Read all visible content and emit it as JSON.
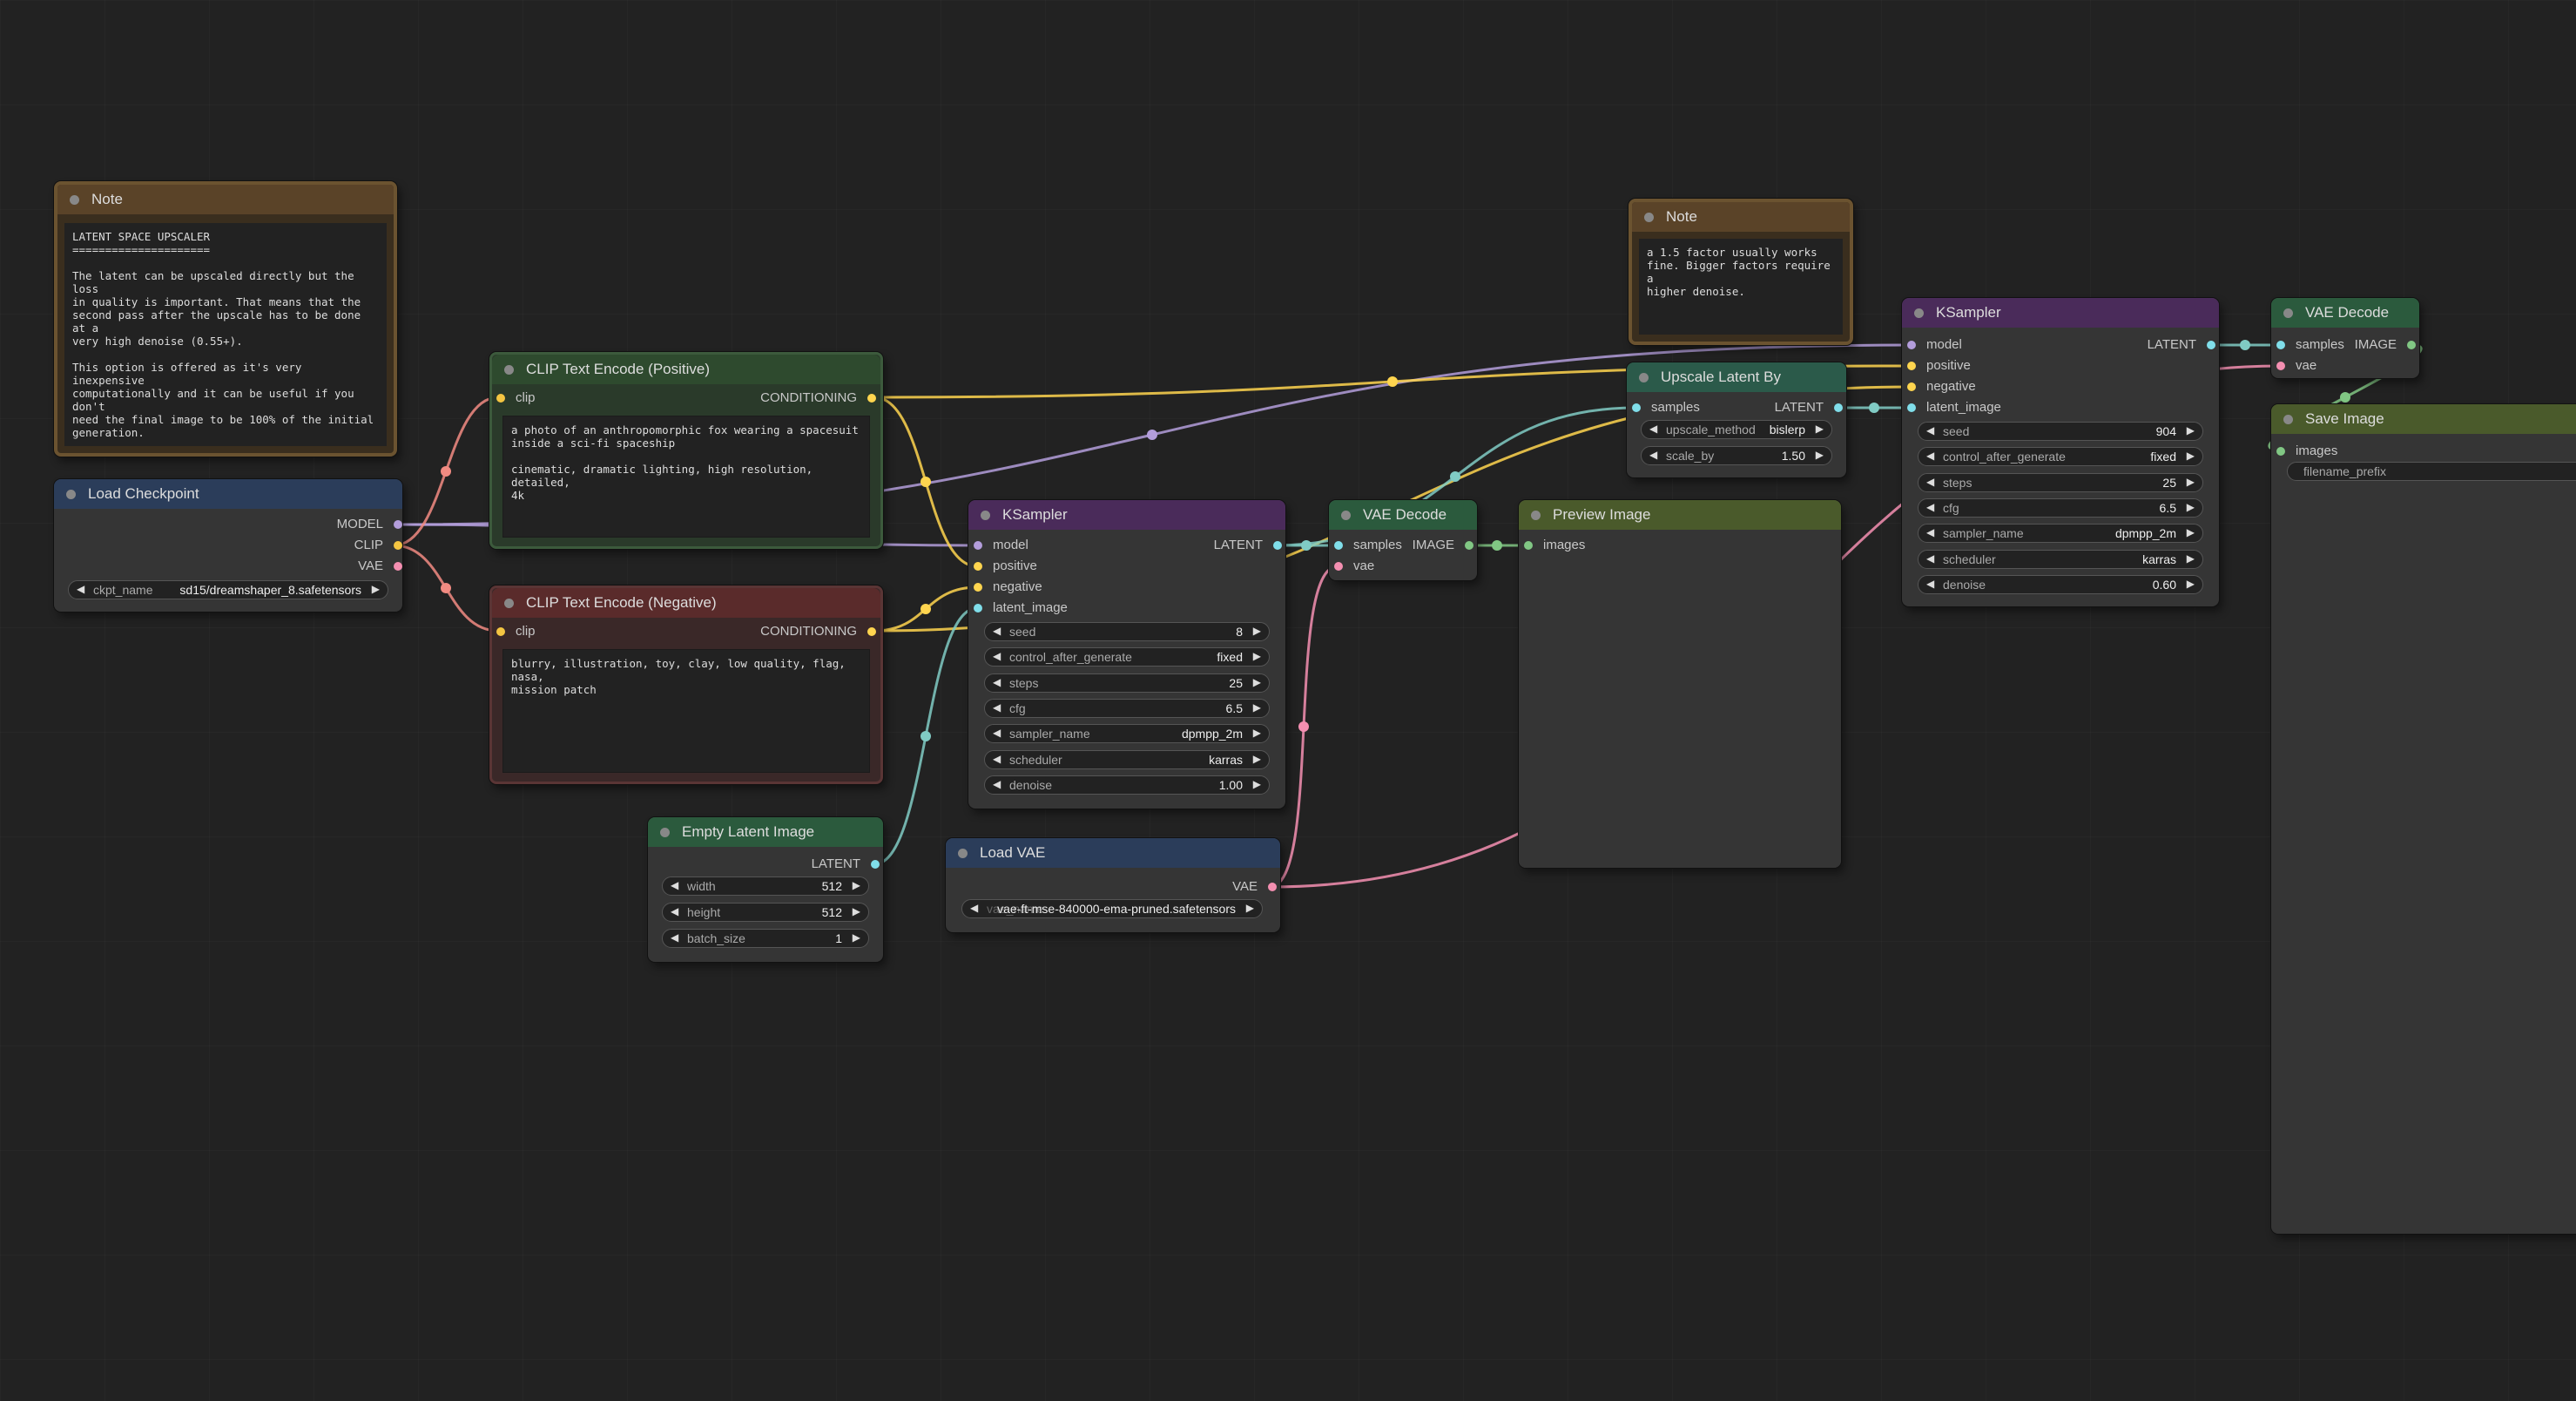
{
  "colors": {
    "model_wire": "#b39ddb",
    "clip_wire": "#f28b82",
    "conditioning_wire": "#ffd54f",
    "latent_wire": "#80cbc4",
    "vae_wire": "#f48fb1",
    "image_wire": "#81c784",
    "pin_model": "#b39ddb",
    "pin_clip": "#f4c542",
    "pin_vae": "#f48fb1",
    "pin_latent": "#80deea",
    "pin_image": "#81c784",
    "pin_conditioning": "#ffd54f",
    "head_note": "#5a4328",
    "head_checkpoint": "#2b3d5a",
    "head_clip_pos": "#2e4a2e",
    "head_clip_neg": "#5a2b2b",
    "head_sampler": "#4a2b5a",
    "head_vae_decode": "#2b5a3d",
    "head_preview": "#4a5a2b",
    "head_empty_latent": "#2b5a3d",
    "head_load_vae": "#2b3d5a",
    "head_upscale": "#2b5a4a"
  },
  "note1": {
    "title": "Note",
    "text": "LATENT SPACE UPSCALER\n=====================\n\nThe latent can be upscaled directly but the loss\nin quality is important. That means that the\nsecond pass after the upscale has to be done at a\nvery high denoise (0.55+).\n\nThis option is offered as it's very inexpensive\ncomputationally and it can be useful if you don't\nneed the final image to be 100% of the initial\ngeneration."
  },
  "note2": {
    "title": "Note",
    "text": "a 1.5 factor usually works\nfine. Bigger factors require a\nhigher denoise."
  },
  "load_checkpoint": {
    "title": "Load Checkpoint",
    "out_model": "MODEL",
    "out_clip": "CLIP",
    "out_vae": "VAE",
    "ckpt_label": "ckpt_name",
    "ckpt_value": "sd15/dreamshaper_8.safetensors"
  },
  "clip_pos": {
    "title": "CLIP Text Encode (Positive)",
    "in_clip": "clip",
    "out_cond": "CONDITIONING",
    "text": "a photo of an anthropomorphic fox wearing a spacesuit\ninside a sci-fi spaceship\n\ncinematic, dramatic lighting, high resolution, detailed,\n4k"
  },
  "clip_neg": {
    "title": "CLIP Text Encode (Negative)",
    "in_clip": "clip",
    "out_cond": "CONDITIONING",
    "text": "blurry, illustration, toy, clay, low quality, flag, nasa,\nmission patch"
  },
  "empty_latent": {
    "title": "Empty Latent Image",
    "out_latent": "LATENT",
    "widgets": [
      {
        "label": "width",
        "value": "512"
      },
      {
        "label": "height",
        "value": "512"
      },
      {
        "label": "batch_size",
        "value": "1"
      }
    ]
  },
  "ksampler1": {
    "title": "KSampler",
    "in_model": "model",
    "in_positive": "positive",
    "in_negative": "negative",
    "in_latent": "latent_image",
    "out_latent": "LATENT",
    "widgets": [
      {
        "label": "seed",
        "value": "8"
      },
      {
        "label": "control_after_generate",
        "value": "fixed"
      },
      {
        "label": "steps",
        "value": "25"
      },
      {
        "label": "cfg",
        "value": "6.5"
      },
      {
        "label": "sampler_name",
        "value": "dpmpp_2m"
      },
      {
        "label": "scheduler",
        "value": "karras"
      },
      {
        "label": "denoise",
        "value": "1.00"
      }
    ]
  },
  "load_vae": {
    "title": "Load VAE",
    "out_vae": "VAE",
    "vae_label": "vae_name",
    "vae_value": "vae-ft-mse-840000-ema-pruned.safetensors"
  },
  "vae_decode1": {
    "title": "VAE Decode",
    "in_samples": "samples",
    "in_vae": "vae",
    "out_image": "IMAGE"
  },
  "preview": {
    "title": "Preview Image",
    "in_images": "images"
  },
  "upscale": {
    "title": "Upscale Latent By",
    "in_samples": "samples",
    "out_latent": "LATENT",
    "widgets": [
      {
        "label": "upscale_method",
        "value": "bislerp"
      },
      {
        "label": "scale_by",
        "value": "1.50"
      }
    ]
  },
  "ksampler2": {
    "title": "KSampler",
    "in_model": "model",
    "in_positive": "positive",
    "in_negative": "negative",
    "in_latent": "latent_image",
    "out_latent": "LATENT",
    "widgets": [
      {
        "label": "seed",
        "value": "904"
      },
      {
        "label": "control_after_generate",
        "value": "fixed"
      },
      {
        "label": "steps",
        "value": "25"
      },
      {
        "label": "cfg",
        "value": "6.5"
      },
      {
        "label": "sampler_name",
        "value": "dpmpp_2m"
      },
      {
        "label": "scheduler",
        "value": "karras"
      },
      {
        "label": "denoise",
        "value": "0.60"
      }
    ]
  },
  "vae_decode2": {
    "title": "VAE Decode",
    "in_samples": "samples",
    "in_vae": "vae",
    "out_image": "IMAGE"
  },
  "save_image": {
    "title": "Save Image",
    "in_images": "images",
    "prefix_label": "filename_prefix"
  }
}
